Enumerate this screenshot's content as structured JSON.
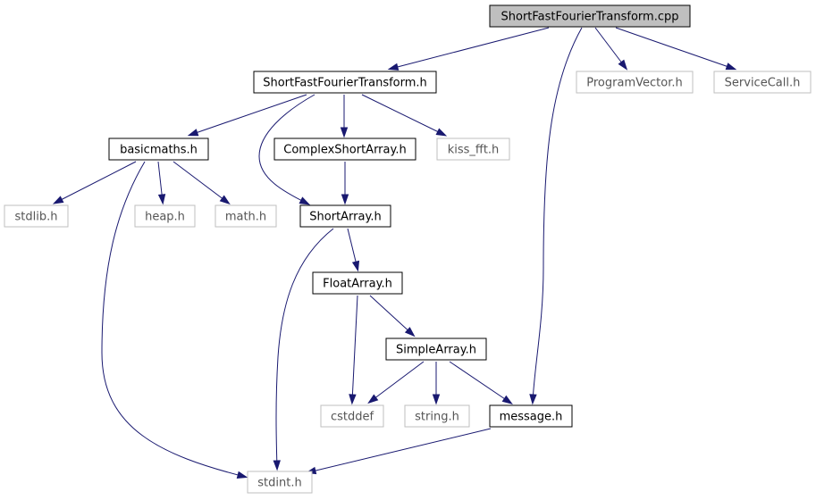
{
  "graph": {
    "nodes": [
      {
        "id": "sfft_cpp",
        "label": "ShortFastFourierTransform.cpp",
        "kind": "main"
      },
      {
        "id": "sfft_h",
        "label": "ShortFastFourierTransform.h",
        "kind": "doc"
      },
      {
        "id": "programvector_h",
        "label": "ProgramVector.h",
        "kind": "ext"
      },
      {
        "id": "servicecall_h",
        "label": "ServiceCall.h",
        "kind": "ext"
      },
      {
        "id": "basicmaths_h",
        "label": "basicmaths.h",
        "kind": "doc"
      },
      {
        "id": "complexshortarray_h",
        "label": "ComplexShortArray.h",
        "kind": "doc"
      },
      {
        "id": "kissfft_h",
        "label": "kiss_fft.h",
        "kind": "ext"
      },
      {
        "id": "stdlib_h",
        "label": "stdlib.h",
        "kind": "ext"
      },
      {
        "id": "heap_h",
        "label": "heap.h",
        "kind": "ext"
      },
      {
        "id": "math_h",
        "label": "math.h",
        "kind": "ext"
      },
      {
        "id": "shortarray_h",
        "label": "ShortArray.h",
        "kind": "doc"
      },
      {
        "id": "floatarray_h",
        "label": "FloatArray.h",
        "kind": "doc"
      },
      {
        "id": "simplearray_h",
        "label": "SimpleArray.h",
        "kind": "doc"
      },
      {
        "id": "cstddef",
        "label": "cstddef",
        "kind": "ext"
      },
      {
        "id": "string_h",
        "label": "string.h",
        "kind": "ext"
      },
      {
        "id": "message_h",
        "label": "message.h",
        "kind": "doc"
      },
      {
        "id": "stdint_h",
        "label": "stdint.h",
        "kind": "ext"
      }
    ],
    "edges": [
      {
        "from": "sfft_cpp",
        "to": "sfft_h"
      },
      {
        "from": "sfft_cpp",
        "to": "message_h"
      },
      {
        "from": "sfft_cpp",
        "to": "programvector_h"
      },
      {
        "from": "sfft_cpp",
        "to": "servicecall_h"
      },
      {
        "from": "sfft_h",
        "to": "basicmaths_h"
      },
      {
        "from": "sfft_h",
        "to": "shortarray_h"
      },
      {
        "from": "sfft_h",
        "to": "complexshortarray_h"
      },
      {
        "from": "sfft_h",
        "to": "kissfft_h"
      },
      {
        "from": "basicmaths_h",
        "to": "stdlib_h"
      },
      {
        "from": "basicmaths_h",
        "to": "heap_h"
      },
      {
        "from": "basicmaths_h",
        "to": "math_h"
      },
      {
        "from": "basicmaths_h",
        "to": "stdint_h"
      },
      {
        "from": "complexshortarray_h",
        "to": "shortarray_h"
      },
      {
        "from": "shortarray_h",
        "to": "floatarray_h"
      },
      {
        "from": "shortarray_h",
        "to": "stdint_h"
      },
      {
        "from": "floatarray_h",
        "to": "simplearray_h"
      },
      {
        "from": "floatarray_h",
        "to": "cstddef"
      },
      {
        "from": "simplearray_h",
        "to": "cstddef"
      },
      {
        "from": "simplearray_h",
        "to": "string_h"
      },
      {
        "from": "simplearray_h",
        "to": "message_h"
      },
      {
        "from": "message_h",
        "to": "stdint_h"
      }
    ]
  },
  "colors": {
    "edge": "#191970",
    "main_fill": "#bfbfbf",
    "doc_border": "#000000",
    "ext_border": "#bfbfbf",
    "ext_text": "#555555"
  }
}
